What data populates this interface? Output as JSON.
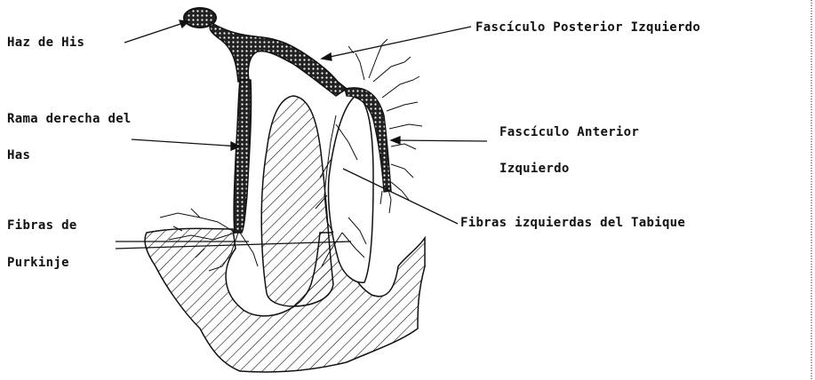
{
  "labels": {
    "haz_de_his": "Haz de His",
    "fasciculo_posterior": "Fascículo Posterior Izquierdo",
    "rama_derecha_l1": "Rama derecha del",
    "rama_derecha_l2": "Has",
    "fasciculo_anterior_l1": "Fascículo Anterior",
    "fasciculo_anterior_l2": "Izquierdo",
    "fibras_purkinje_l1": "Fibras de",
    "fibras_purkinje_l2": "Purkinje",
    "fibras_tabique": "Fibras izquierdas del Tabique"
  },
  "colors": {
    "ink": "#111111",
    "background": "#ffffff"
  }
}
